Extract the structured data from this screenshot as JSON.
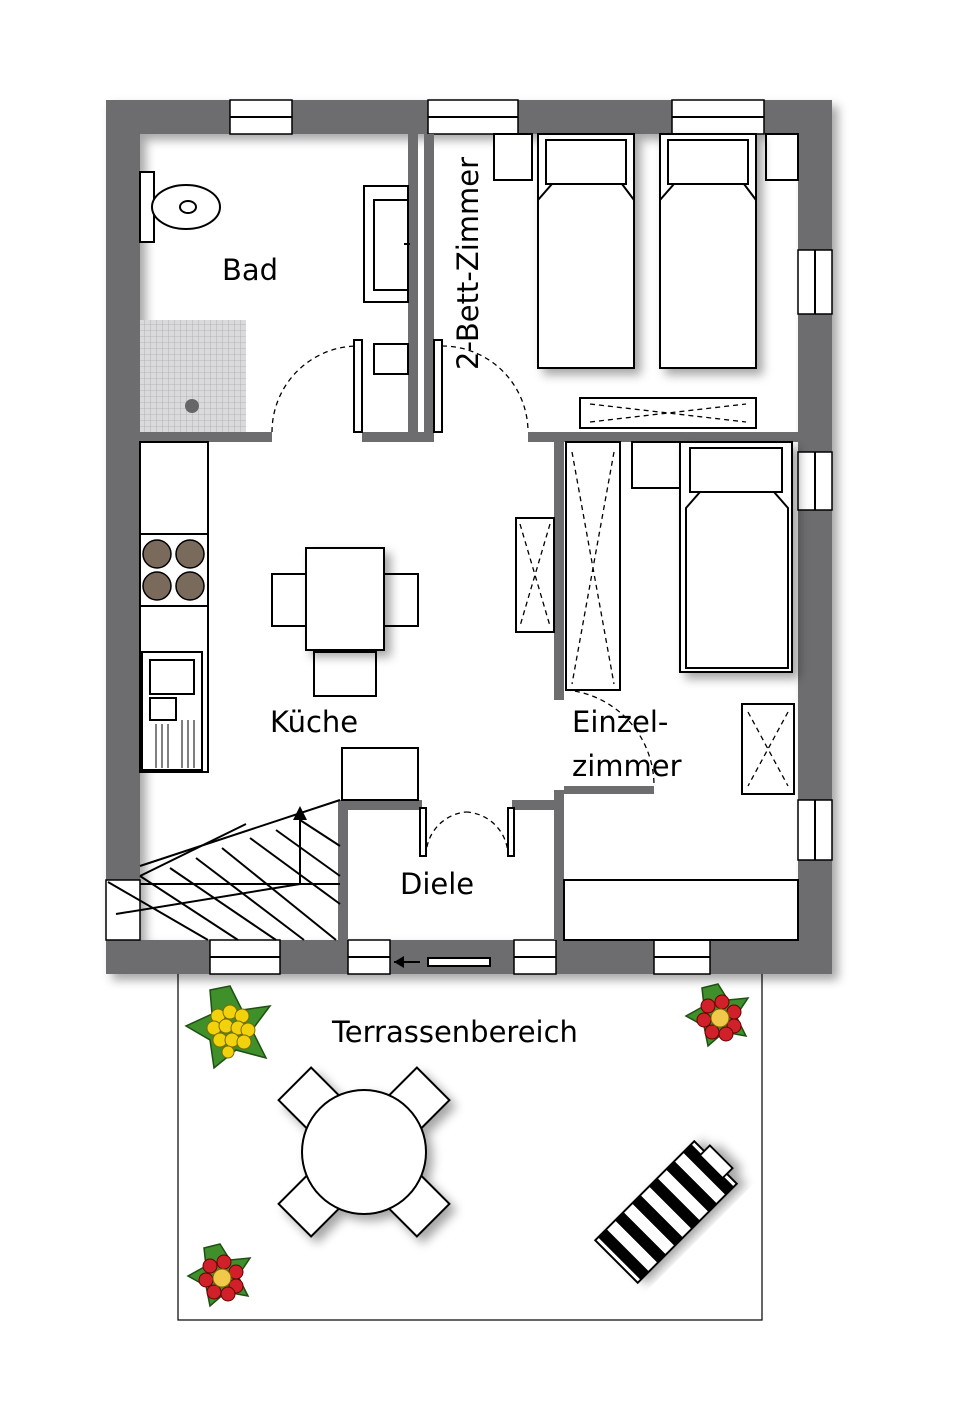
{
  "rooms": {
    "bad": "Bad",
    "zweibett": "2-Bett-Zimmer",
    "kueche": "Küche",
    "einzel_line1": "Einzel-",
    "einzel_line2": "zimmer",
    "diele": "Diele",
    "terrasse": "Terrassenbereich"
  },
  "colors": {
    "wall": "#6d6d70",
    "tile": "#cfcfd1",
    "flower_red": "#d0202a",
    "flower_yellow": "#f2d20c",
    "leaf": "#3f8f2a"
  }
}
